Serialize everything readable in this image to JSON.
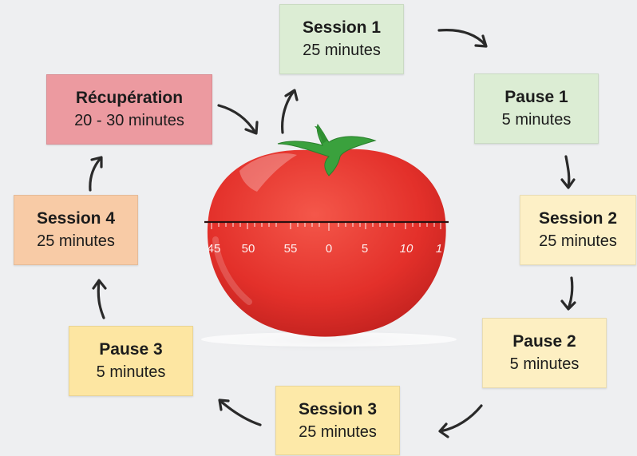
{
  "colors": {
    "background": "#eeeff1",
    "session_green": "#dcedd4",
    "pause_green": "#dcedd4",
    "session_yellow": "#fdf0c6",
    "pause_yellow": "#fdefc2",
    "session3_yellow": "#fde9a8",
    "pause3_yellow": "#fde6a2",
    "session4_orange": "#f8cba6",
    "recuperation_red": "#ec9aa0",
    "tomato": "#e5332a",
    "leaf": "#3aa13d"
  },
  "cycle": [
    {
      "id": "session1",
      "title": "Session 1",
      "duration": "25 minutes"
    },
    {
      "id": "pause1",
      "title": "Pause 1",
      "duration": "5 minutes"
    },
    {
      "id": "session2",
      "title": "Session 2",
      "duration": "25 minutes"
    },
    {
      "id": "pause2",
      "title": "Pause 2",
      "duration": "5 minutes"
    },
    {
      "id": "session3",
      "title": "Session 3",
      "duration": "25 minutes"
    },
    {
      "id": "pause3",
      "title": "Pause 3",
      "duration": "5 minutes"
    },
    {
      "id": "session4",
      "title": "Session 4",
      "duration": "25 minutes"
    },
    {
      "id": "recuperation",
      "title": "Récupération",
      "duration": "20 - 30 minutes"
    }
  ],
  "timer": {
    "dial_labels": [
      "45",
      "50",
      "55",
      "0",
      "5",
      "10",
      "1"
    ]
  },
  "icons": {
    "center": "tomato-timer-icon",
    "arrows": "curved-arrow-icon"
  }
}
